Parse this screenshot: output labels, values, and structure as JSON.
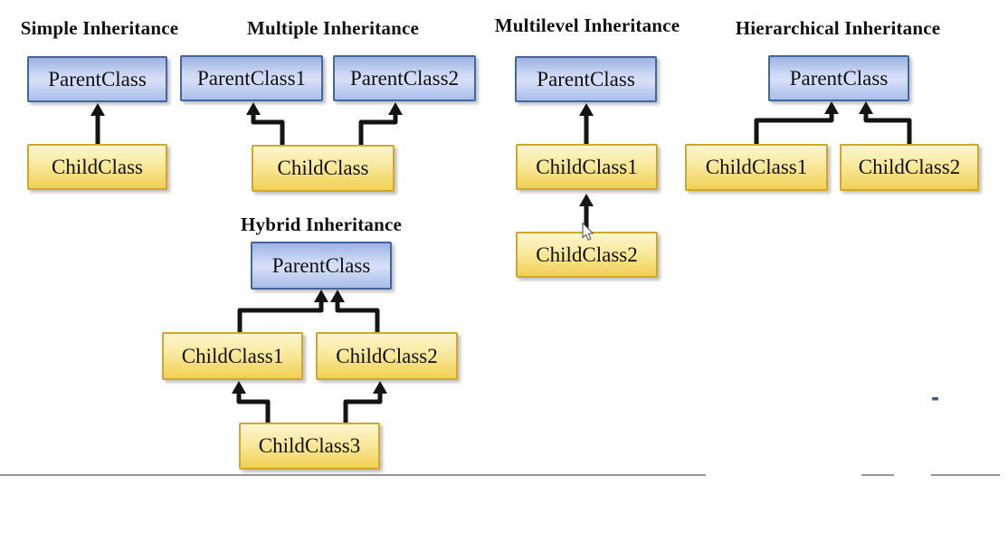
{
  "page": {
    "background": "#ffffff",
    "description": "Types of inheritance diagrams"
  },
  "colors": {
    "parent_box_fill": "#b9c9f0",
    "parent_box_border": "#44669f",
    "child_box_fill": "#f6e283",
    "child_box_border": "#d2a62a",
    "arrow": "#141414",
    "text": "#101010",
    "divider_line": "#979797",
    "artifact_dash": "#3f5c7c"
  },
  "diagrams": [
    {
      "title": "Simple Inheritance",
      "nodes": [
        {
          "label": "ParentClass",
          "role": "parent"
        },
        {
          "label": "ChildClass",
          "role": "child"
        }
      ],
      "edges": [
        {
          "from": "ChildClass",
          "to": "ParentClass"
        }
      ]
    },
    {
      "title": "Multiple Inheritance",
      "nodes": [
        {
          "label": "ParentClass1",
          "role": "parent"
        },
        {
          "label": "ParentClass2",
          "role": "parent"
        },
        {
          "label": "ChildClass",
          "role": "child"
        }
      ],
      "edges": [
        {
          "from": "ChildClass",
          "to": "ParentClass1"
        },
        {
          "from": "ChildClass",
          "to": "ParentClass2"
        }
      ]
    },
    {
      "title": "Multilevel Inheritance",
      "nodes": [
        {
          "label": "ParentClass",
          "role": "parent"
        },
        {
          "label": "ChildClass1",
          "role": "child"
        },
        {
          "label": "ChildClass2",
          "role": "child"
        }
      ],
      "edges": [
        {
          "from": "ChildClass1",
          "to": "ParentClass"
        },
        {
          "from": "ChildClass2",
          "to": "ChildClass1"
        }
      ]
    },
    {
      "title": "Hierarchical Inheritance",
      "nodes": [
        {
          "label": "ParentClass",
          "role": "parent"
        },
        {
          "label": "ChildClass1",
          "role": "child"
        },
        {
          "label": "ChildClass2",
          "role": "child"
        }
      ],
      "edges": [
        {
          "from": "ChildClass1",
          "to": "ParentClass"
        },
        {
          "from": "ChildClass2",
          "to": "ParentClass"
        }
      ]
    },
    {
      "title": "Hybrid Inheritance",
      "nodes": [
        {
          "label": "ParentClass",
          "role": "parent"
        },
        {
          "label": "ChildClass1",
          "role": "child"
        },
        {
          "label": "ChildClass2",
          "role": "child"
        },
        {
          "label": "ChildClass3",
          "role": "child"
        }
      ],
      "edges": [
        {
          "from": "ChildClass1",
          "to": "ParentClass"
        },
        {
          "from": "ChildClass2",
          "to": "ParentClass"
        },
        {
          "from": "ChildClass3",
          "to": "ChildClass1"
        },
        {
          "from": "ChildClass3",
          "to": "ChildClass2"
        }
      ]
    }
  ]
}
